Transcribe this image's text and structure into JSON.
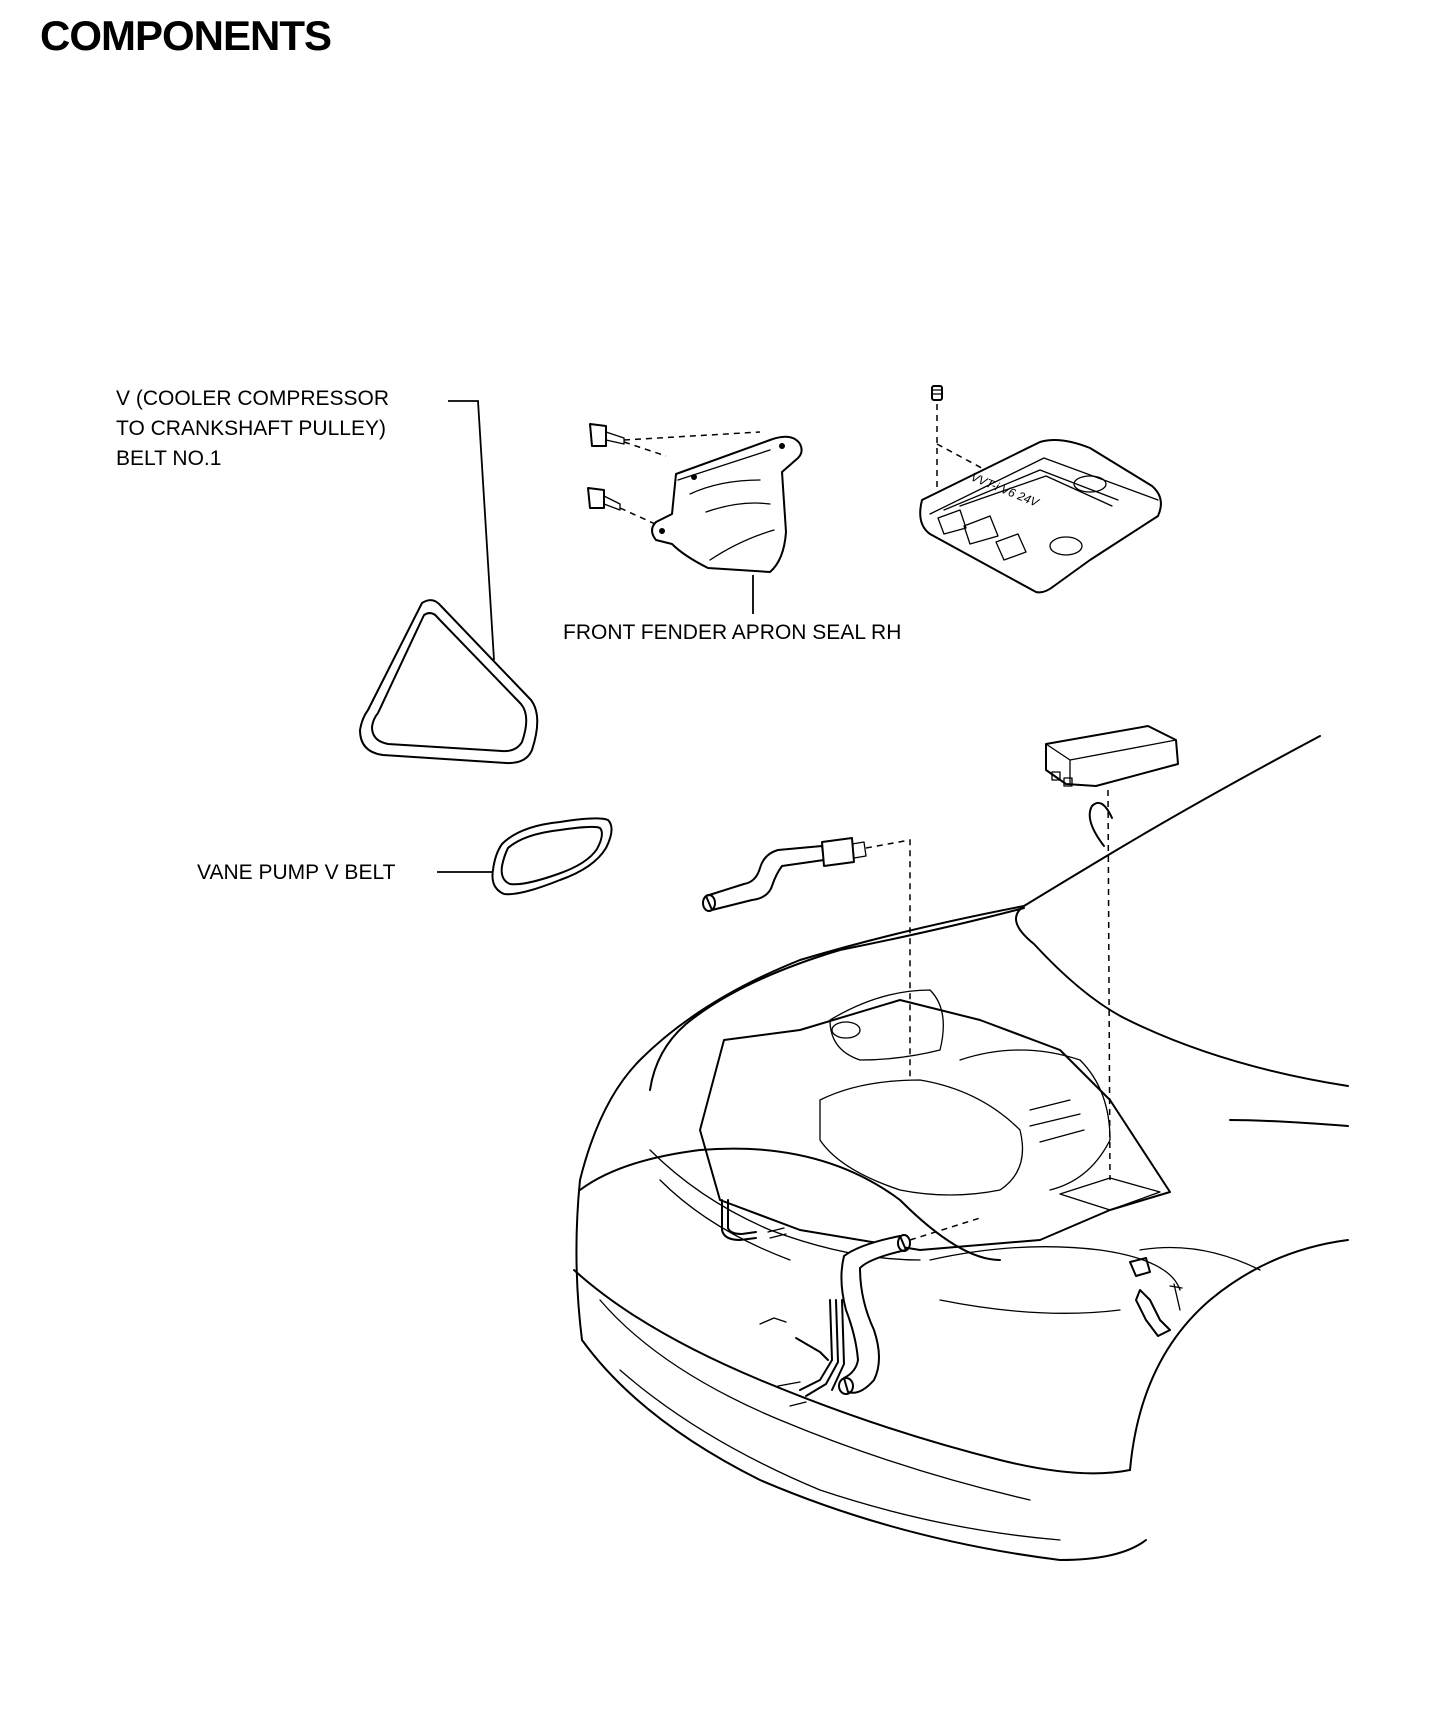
{
  "page": {
    "title": "COMPONENTS"
  },
  "callouts": {
    "cooler_belt_line1": "V (COOLER COMPRESSOR",
    "cooler_belt_line2": "TO CRANKSHAFT PULLEY)",
    "cooler_belt_line3": "BELT NO.1",
    "apron_seal": "FRONT FENDER APRON SEAL RH",
    "vane_pump_belt": "VANE PUMP V BELT"
  },
  "engine_cover_emblem": "VVT-i V6 24V"
}
